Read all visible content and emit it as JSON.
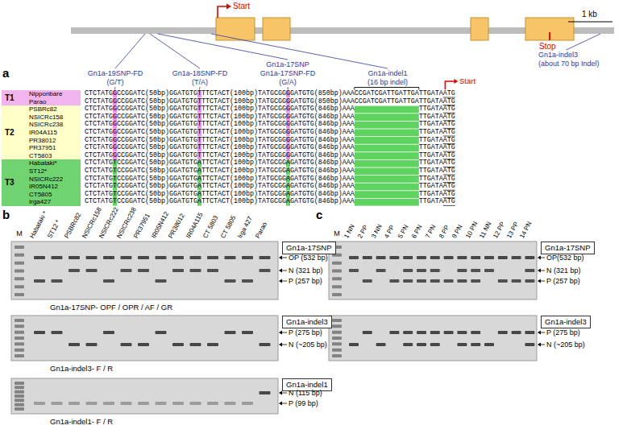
{
  "diagram": {
    "nodes": [
      {
        "text": [
          "T1",
          "Nipponbare",
          "Parao"
        ]
      },
      {
        "text": [
          "T2",
          "PSBRc82",
          "NSICRc158",
          "NSICRc238",
          "IR04A115",
          "PR38012",
          "PR37951",
          "CT5803"
        ]
      },
      {
        "text": [
          "T3",
          "Habataki*",
          "ST12*",
          "NSICRc222",
          "IR05N412",
          "CT5805",
          "Irga427"
        ]
      },
      {
        "text": [
          "Gn1a-17SNP"
        ]
      },
      {
        "text": [
          "Gn1a-indel3"
        ]
      },
      {
        "text": [
          "Gn1a-indel1"
        ]
      },
      {
        "text": [
          "Gn1a-17SNP"
        ]
      },
      {
        "text": [
          "Gn1a-indel3"
        ]
      }
    ],
    "labels": [
      "Start",
      "Stop",
      "1 kb",
      "a",
      "Gn1a-19SNP-FD",
      "(G/T)",
      "Gn1a-18SNP-FD",
      "(T/A)",
      "Gn1a-17SNP",
      "Gn1a-17SNP-FD",
      "(G/A)",
      "Gn1a-indel1",
      "(16 bp indel)",
      "Gn1a-indel3",
      "(about 70 bp Indel)",
      "Start",
      "CTCTATGGCCGGATC(50bp)GGATGTGTTTCTACT(100bp)TATGCGGGGATGTG(850bp)AAACCGATCGATTGATTGATTGATAATG",
      "CTCTATGGCCGGATC(50bp)GGATGTGTTTCTACT(100bp)TATGCGGGGATGTG(850bp)AAACCGATCGATTGATTGATTGATAATG",
      "CTCTATGGCCGGATC(50bp)GGATGTGTTTCTACT(100bp)TATGCGGGGATGTG(846bp)AAA                TTGATAATG",
      "CTCTATGGCCGGATC(50bp)GGATGTGTTTCTACT(100bp)TATGCGGGGATGTG(846bp)AAA                TTGATAATG",
      "CTCTATGGCCGGATC(50bp)GGATGTGTTTCTACT(100bp)TATGCGGGGATGTG(846bp)AAA                TTGATAATG",
      "CTCTATGGCCGGATC(50bp)GGATGTGTTTCTACT(100bp)TATGCGGGGATGTG(846bp)AAA                TTGATAATG",
      "CTCTATGGCCGGATC(50bp)GGATGTGTTTCTACT(100bp)TATGCGGGGATGTG(846bp)AAA                TTGATAATG",
      "CTCTATGGCCGGATC(50bp)GGATGTGTTTCTACT(100bp)TATGCGGGGATGTG(846bp)AAA                TTGATAATG",
      "CTCTATGGCCGGATC(50bp)GGATGTGTTTCTACT(100bp)TATGCGGGGATGTG(846bp)AAA                TTGATAATG",
      "CTCTATGTCCGGATC(50bp)GGATGTGATTCTACT(100bp)TATGCGGAGATGTG(846bp)AAA                TTGATAATG",
      "CTCTATGTCCGGATC(50bp)GGATGTGATTCTACT(100bp)TATGCGGAGATGTG(846bp)AAA                TTGATAATG",
      "CTCTATGTCCGGATC(50bp)GGATGTGATTCTACT(100bp)TATGCGGAGATGTG(846bp)AAA                TTGATAATG",
      "CTCTATGTCCGGATC(50bp)GGATGTGATTCTACT(100bp)TATGCGGAGATGTG(846bp)AAA                TTGATAATG",
      "CTCTATGTCCGGATC(50bp)GGATGTGATTCTACT(100bp)TATGCGGAGATGTG(846bp)AAA                TTGATAATG",
      "CTCTATGTCCGGATC(50bp)GGATGTGATTCTACT(100bp)TATGCGGAGATGTG(846bp)AAA                TTGATAATG",
      "b",
      "M",
      "Habataki *",
      "ST12 *",
      "PSBRc82",
      "NSICRc158",
      "NSICRc222",
      "NSICRc238",
      "PR37951",
      "IR05N412",
      "PR38012",
      "IR04A115",
      "CT 5803",
      "CT 5805",
      "Irga 427",
      "Parao",
      "OP (532 bp)",
      "N (321 bp)",
      "P (257 bp)",
      "Gn1a-17SNP- OPF / OPR / AF / GR",
      "P (275 bp)",
      "N (~205 bp)",
      "Gn1a-indel3- F / R",
      "N (115 bp)",
      "P (99 bp)",
      "Gn1a-indel1- F / R",
      "c",
      "M",
      "1 NN",
      "2 PP",
      "3 NN",
      "4 PP",
      "5 PN",
      "6 PN",
      "7 PN",
      "8 PP",
      "9 PN",
      "10 PN",
      "11 NN",
      "12 PP",
      "13 PP",
      "14 PN",
      "OP(532 bp)",
      "N (321 bp)",
      "P (257 bp)",
      "P (275 bp)",
      "N (~205 bp)"
    ]
  }
}
